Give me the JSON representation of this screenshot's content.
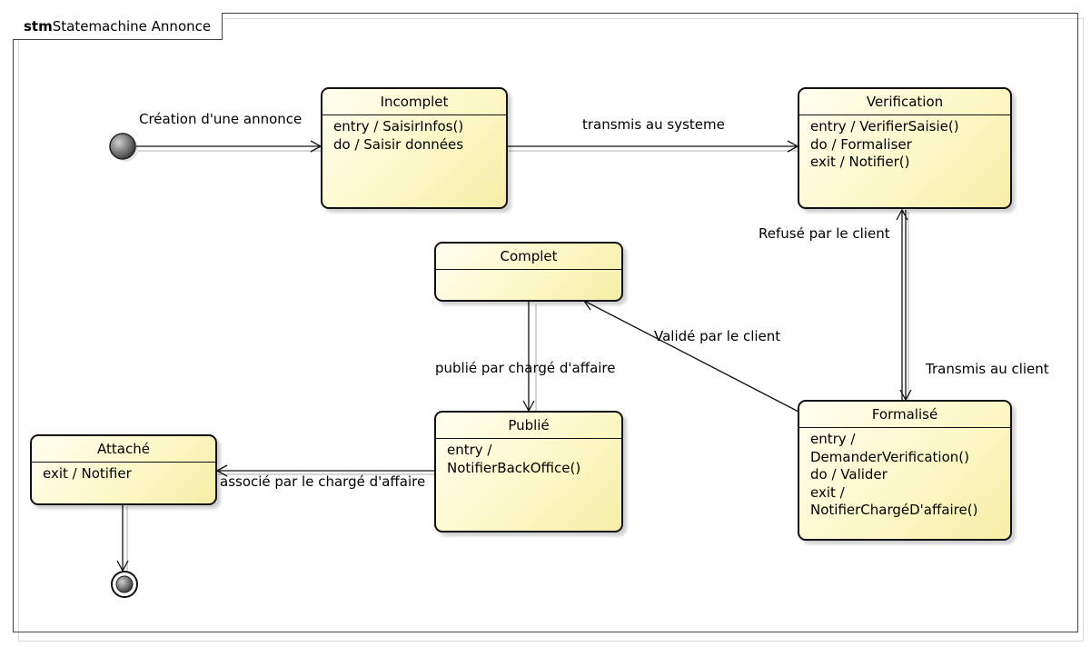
{
  "frame": {
    "keyword": "stm",
    "name": "Statemachine Annonce"
  },
  "states": {
    "incomplet": {
      "name": "Incomplet",
      "lines": [
        "entry / SaisirInfos()",
        "do / Saisir données"
      ]
    },
    "verification": {
      "name": "Verification",
      "lines": [
        "entry / VerifierSaisie()",
        "do / Formaliser",
        "exit / Notifier()"
      ]
    },
    "complet": {
      "name": "Complet",
      "lines": []
    },
    "publie": {
      "name": "Publié",
      "lines": [
        "entry /",
        "NotifierBackOffice()"
      ]
    },
    "formalise": {
      "name": "Formalisé",
      "lines": [
        "entry /",
        "DemanderVerification()",
        "do / Valider",
        "exit /",
        "NotifierChargéD'affaire()"
      ]
    },
    "attache": {
      "name": "Attaché",
      "lines": [
        "exit / Notifier"
      ]
    }
  },
  "transitions": {
    "creation": "Création d'une annonce",
    "transmis_systeme": "transmis au systeme",
    "refuse": "Refusé par le client",
    "valide": "Validé par le client",
    "transmis_client": "Transmis au client",
    "publie_par": "publié par chargé d'affaire",
    "associe": "associé par le chargé d'affaire"
  }
}
